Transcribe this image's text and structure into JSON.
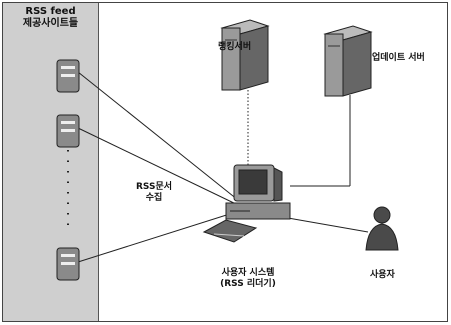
{
  "diagram": {
    "sidebar": {
      "title_line1": "RSS feed",
      "title_line2": "제공사이트들"
    },
    "ranking_server": "랭킹서버",
    "update_server": "업데이트 서버",
    "collect_line1": "RSS문서",
    "collect_line2": "수집",
    "user_system_line1": "사용자 시스템",
    "user_system_line2": "(RSS 리더기)",
    "user": "사용자"
  },
  "colors": {
    "panel": "#cfcfcf",
    "device": "#8a8a8a",
    "device_dark": "#3a3a3a",
    "line": "#222222"
  }
}
